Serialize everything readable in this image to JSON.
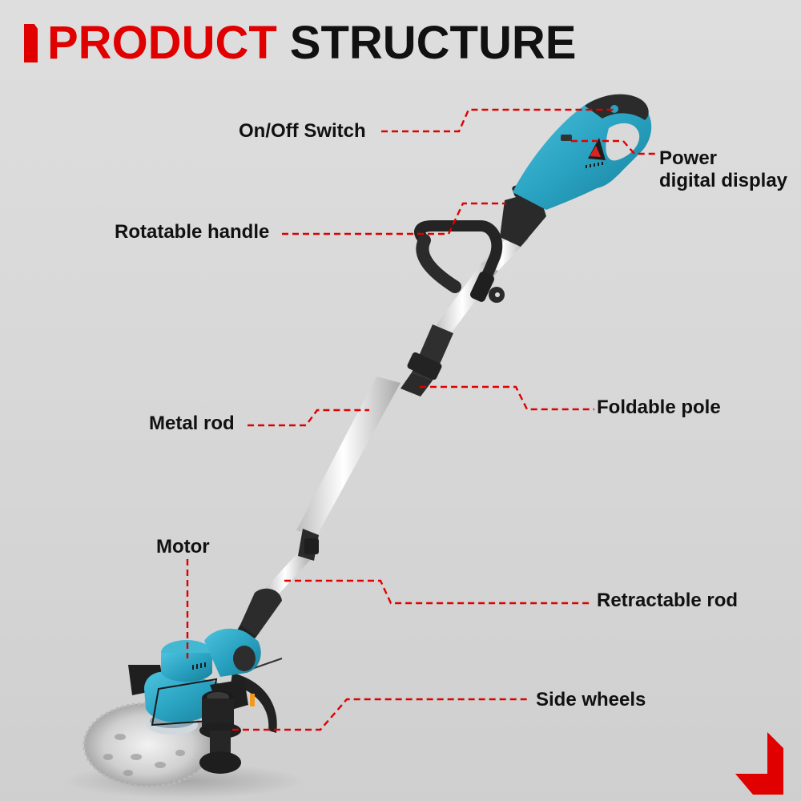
{
  "title": {
    "part1": "PRODUCT",
    "part2": "STRUCTURE",
    "accent_color": "#e00000",
    "text_color": "#111111"
  },
  "product": {
    "name": "Cordless string trimmer / brush cutter",
    "body_color": "#2aa3c2",
    "grip_color": "#2b2b2b",
    "pole_color": "#eeeeee"
  },
  "callouts": [
    {
      "id": "on-off-switch",
      "label": "On/Off Switch"
    },
    {
      "id": "power-display",
      "label_line1": "Power",
      "label_line2": "digital display"
    },
    {
      "id": "rotatable-handle",
      "label": "Rotatable handle"
    },
    {
      "id": "metal-rod",
      "label": "Metal rod"
    },
    {
      "id": "foldable-pole",
      "label": "Foldable pole"
    },
    {
      "id": "motor",
      "label": "Motor"
    },
    {
      "id": "retractable-rod",
      "label": "Retractable rod"
    },
    {
      "id": "side-wheels",
      "label": "Side wheels"
    }
  ],
  "leader_line_color": "#e00000",
  "decor": {
    "corner_icon": "corner-arrow-icon"
  }
}
